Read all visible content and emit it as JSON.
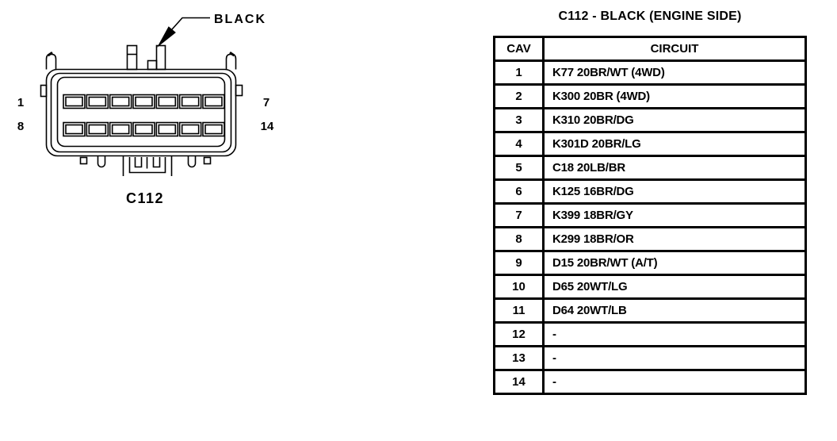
{
  "diagram": {
    "caption": "C112",
    "connector_color_label": "BLACK",
    "pin_numbers": {
      "row1_first": "1",
      "row1_last": "7",
      "row2_first": "8",
      "row2_last": "14"
    },
    "pin_rows": 2,
    "pins_per_row": 7
  },
  "table": {
    "title": "C112 - BLACK (ENGINE SIDE)",
    "columns": [
      "CAV",
      "CIRCUIT"
    ],
    "rows": [
      {
        "cav": "1",
        "circuit": "K77 20BR/WT (4WD)"
      },
      {
        "cav": "2",
        "circuit": "K300 20BR (4WD)"
      },
      {
        "cav": "3",
        "circuit": "K310 20BR/DG"
      },
      {
        "cav": "4",
        "circuit": "K301D 20BR/LG"
      },
      {
        "cav": "5",
        "circuit": "C18 20LB/BR"
      },
      {
        "cav": "6",
        "circuit": "K125 16BR/DG"
      },
      {
        "cav": "7",
        "circuit": "K399 18BR/GY"
      },
      {
        "cav": "8",
        "circuit": "K299 18BR/OR"
      },
      {
        "cav": "9",
        "circuit": "D15 20BR/WT (A/T)"
      },
      {
        "cav": "10",
        "circuit": "D65 20WT/LG"
      },
      {
        "cav": "11",
        "circuit": "D64 20WT/LB"
      },
      {
        "cav": "12",
        "circuit": "-"
      },
      {
        "cav": "13",
        "circuit": "-"
      },
      {
        "cav": "14",
        "circuit": "-"
      }
    ]
  },
  "colors": {
    "ink": "#000000",
    "paper": "#ffffff"
  }
}
